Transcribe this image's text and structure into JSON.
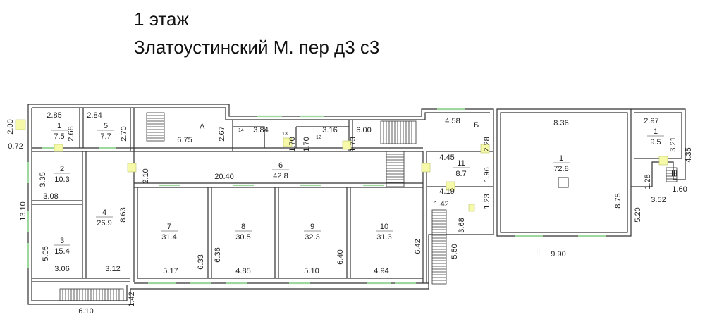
{
  "header": {
    "floor": "1 этаж",
    "address": "Златоустинский М. пер д3 с3"
  },
  "rooms": [
    {
      "id": "r1a",
      "number": "1",
      "area": "7.5"
    },
    {
      "id": "r5",
      "number": "5",
      "area": "7.7"
    },
    {
      "id": "r2",
      "number": "2",
      "area": "10.3"
    },
    {
      "id": "r3",
      "number": "3",
      "area": "15.4"
    },
    {
      "id": "r4",
      "number": "4",
      "area": "26.9"
    },
    {
      "id": "r6",
      "number": "6",
      "area": "42.8"
    },
    {
      "id": "r7",
      "number": "7",
      "area": "31.4"
    },
    {
      "id": "r8",
      "number": "8",
      "area": "30.5"
    },
    {
      "id": "r9",
      "number": "9",
      "area": "32.3"
    },
    {
      "id": "r10",
      "number": "10",
      "area": "31.3"
    },
    {
      "id": "r11",
      "number": "11",
      "area": "8.7"
    },
    {
      "id": "rbig",
      "number": "1",
      "area": "72.8"
    },
    {
      "id": "rsm",
      "number": "1",
      "area": "9.5"
    }
  ],
  "small_room_numbers": [
    "14",
    "13",
    "12"
  ],
  "stair_labels": [
    "А",
    "Б",
    "II",
    "III"
  ],
  "dimensions": [
    "2.00",
    "0.72",
    "2.85",
    "2.68",
    "2.84",
    "2.70",
    "6.75",
    "2.67",
    "3.84",
    "1.70",
    "1.70",
    "3.16",
    "1.73",
    "6.00",
    "4.58",
    "2.28",
    "8.36",
    "2.97",
    "3.21",
    "4.35",
    "3.35",
    "3.08",
    "13.10",
    "5.05",
    "3.06",
    "3.12",
    "8.63",
    "2.10",
    "20.40",
    "6.33",
    "6.36",
    "5.17",
    "4.85",
    "5.10",
    "6.40",
    "4.94",
    "6.42",
    "4.45",
    "1.96",
    "4.19",
    "1.23",
    "1.42",
    "3.68",
    "5.50",
    "8.75",
    "5.20",
    "1.28",
    "1.60",
    "3.52",
    "9.90",
    "6.10",
    "1.42"
  ]
}
